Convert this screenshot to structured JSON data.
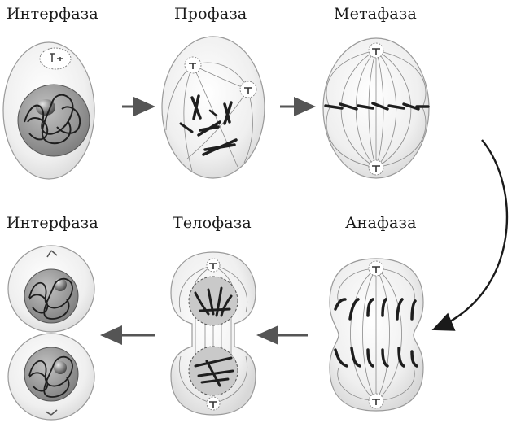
{
  "stages": {
    "interphase_top": "Интерфаза",
    "prophase": "Профаза",
    "metaphase": "Метафаза",
    "interphase_bottom": "Интерфаза",
    "telophase": "Телофаза",
    "anaphase": "Анафаза"
  },
  "colors": {
    "cell_fill": "#f1f1f1",
    "cell_stroke": "#9a9a9a",
    "nucleus_fill": "#9b9b9b",
    "chromatin": "#1e1e1e",
    "spindle": "#8a8a8a",
    "arrow": "#555555",
    "curved_arrow": "#1a1a1a"
  }
}
